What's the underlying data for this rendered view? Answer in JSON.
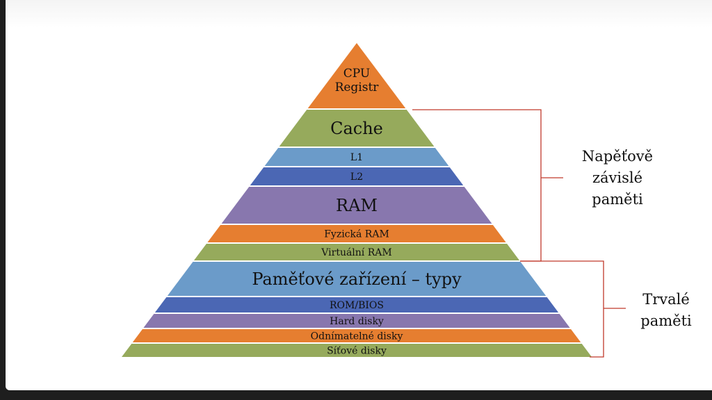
{
  "pyramid": {
    "levels": [
      {
        "lines": [
          "CPU",
          "Registr"
        ],
        "color": "#e67e30"
      },
      {
        "lines": [
          "Cache"
        ],
        "color": "#96aa5c"
      },
      {
        "lines": [
          "L1"
        ],
        "color": "#6b9bc9"
      },
      {
        "lines": [
          "L2"
        ],
        "color": "#4b67b4"
      },
      {
        "lines": [
          "RAM"
        ],
        "color": "#8877ae"
      },
      {
        "lines": [
          "Fyzická RAM"
        ],
        "color": "#e67e30"
      },
      {
        "lines": [
          "Virtuální RAM"
        ],
        "color": "#96aa5c"
      },
      {
        "lines": [
          "Paměťové zařízení – typy"
        ],
        "color": "#6b9bc9"
      },
      {
        "lines": [
          "ROM/BIOS"
        ],
        "color": "#4b67b4"
      },
      {
        "lines": [
          "Hard disky"
        ],
        "color": "#8877ae"
      },
      {
        "lines": [
          "Odnímatelné disky"
        ],
        "color": "#e67e30"
      },
      {
        "lines": [
          "Síťové disky"
        ],
        "color": "#96aa5c"
      }
    ]
  },
  "brackets": {
    "volatile": {
      "lines": [
        "Napěťově",
        "závislé",
        "paměti"
      ]
    },
    "persistent": {
      "lines": [
        "Trvalé",
        "paměti"
      ]
    },
    "color": "#c0392b"
  }
}
